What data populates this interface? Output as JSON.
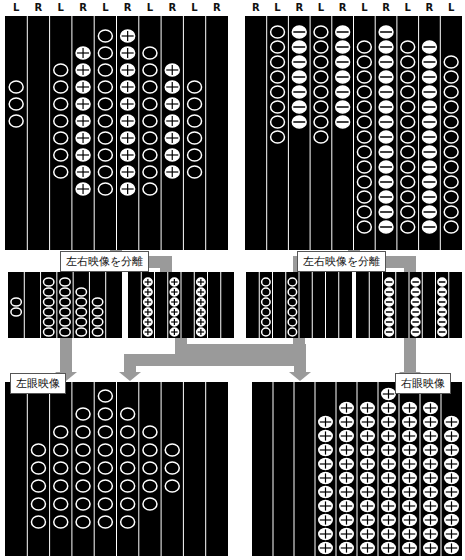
{
  "diagram": {
    "nodes": [
      {
        "text": [
          "左右映像を分離"
        ]
      },
      {
        "text": [
          "左右映像を分離"
        ]
      },
      {
        "text": [
          "左眼映像"
        ]
      },
      {
        "text": [
          "右眼映像"
        ]
      }
    ],
    "labels": [
      "L",
      "R",
      "L",
      "R",
      "L",
      "R",
      "L",
      "R",
      "L",
      "R",
      "R",
      "L",
      "R",
      "L",
      "R",
      "L",
      "R",
      "L",
      "R",
      "L"
    ]
  }
}
